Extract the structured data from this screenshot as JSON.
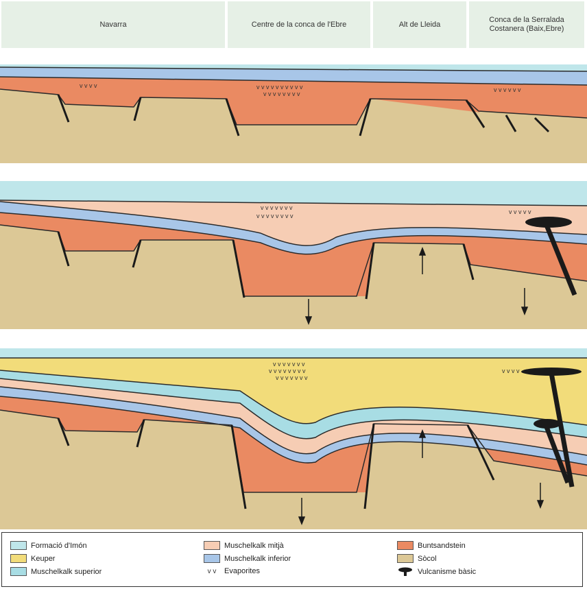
{
  "header": {
    "regions": [
      "Navarra",
      "Centre de la conca de l'Ebre",
      "Alt de Lleida",
      "Conca de la Serralada Costanera (Baix,Ebre)"
    ]
  },
  "colors": {
    "formacio_imon": "#bfe6ea",
    "keuper": "#f2dc7a",
    "muschelkalk_superior": "#a8dde4",
    "muschelkalk_mitja": "#f6cdb4",
    "muschelkalk_inferior": "#a8c6e8",
    "buntsandstein": "#ea8a62",
    "socol": "#dcc896",
    "outline": "#2a2a2a"
  },
  "legend": {
    "items": [
      {
        "label": "Formació d'Imón",
        "color": "#bfe6ea"
      },
      {
        "label": "Keuper",
        "color": "#f2dc7a"
      },
      {
        "label": "Muschelkalk superior",
        "color": "#a8dde4"
      },
      {
        "label": "Muschelkalk mitjà",
        "color": "#f6cdb4"
      },
      {
        "label": "Muschelkalk inferior",
        "color": "#a8c6e8"
      },
      {
        "label": "Evaporites",
        "symbol": "v v"
      },
      {
        "label": "Buntsandstein",
        "color": "#ea8a62"
      },
      {
        "label": "Sòcol",
        "color": "#dcc896"
      },
      {
        "label": "Vulcanisme bàsic",
        "symbol": "volcanic"
      }
    ]
  }
}
